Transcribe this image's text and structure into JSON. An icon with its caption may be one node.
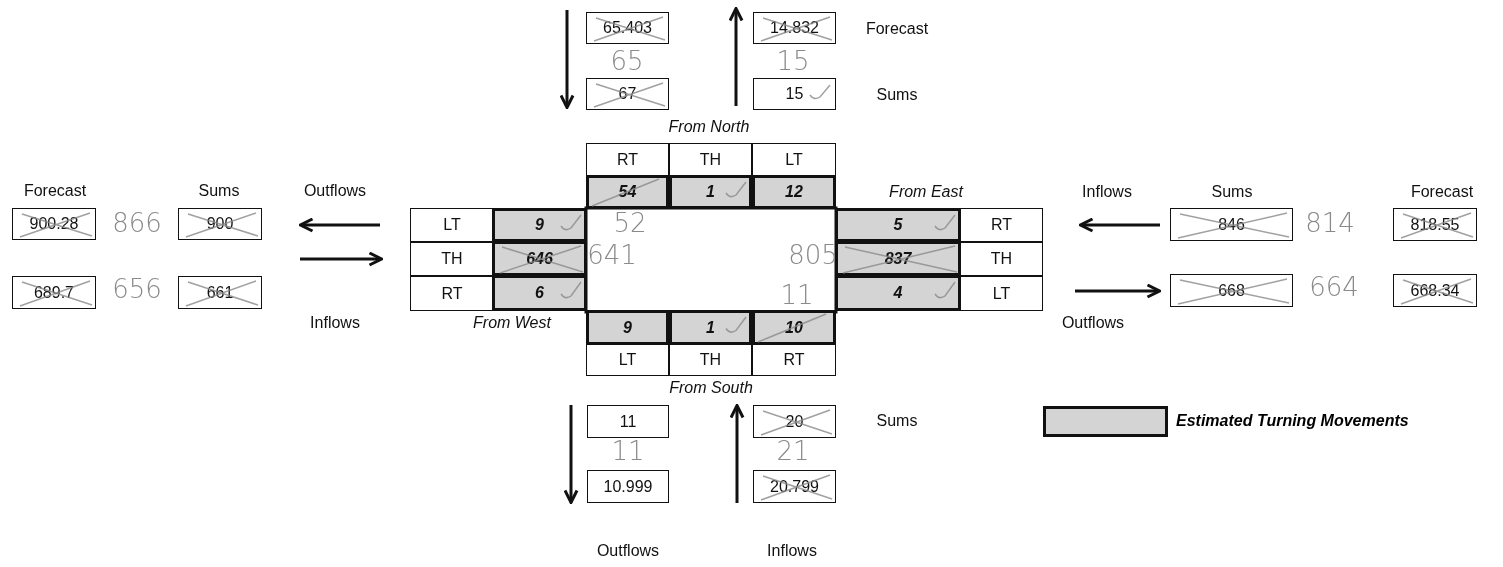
{
  "diagram": {
    "nodes": [
      {
        "text": [
          "65.403"
        ]
      },
      {
        "text": [
          "67"
        ]
      },
      {
        "text": [
          "14.832"
        ],
        "beside": [
          "Forecast"
        ]
      },
      {
        "text": [
          "15"
        ],
        "beside": [
          "Sums"
        ]
      },
      {
        "text": [
          "RT"
        ]
      },
      {
        "text": [
          "TH"
        ]
      },
      {
        "text": [
          "LT"
        ]
      },
      {
        "text": [
          "54"
        ]
      },
      {
        "text": [
          "1"
        ]
      },
      {
        "text": [
          "12"
        ]
      },
      {
        "text": [
          "900.28"
        ],
        "beside": [
          "Forecast"
        ]
      },
      {
        "text": [
          "900"
        ],
        "beside": [
          "Sums"
        ]
      },
      {
        "text": [
          "LT"
        ]
      },
      {
        "text": [
          "9"
        ]
      },
      {
        "text": [
          "5"
        ]
      },
      {
        "text": [
          "RT"
        ]
      },
      {
        "text": [
          "846"
        ],
        "beside": [
          "Sums"
        ]
      },
      {
        "text": [
          "818.55"
        ],
        "beside": [
          "Forecast"
        ]
      },
      {
        "text": [
          "TH"
        ]
      },
      {
        "text": [
          "646"
        ]
      },
      {
        "text": [
          "837"
        ]
      },
      {
        "text": [
          "TH"
        ]
      },
      {
        "text": [
          "689.7"
        ]
      },
      {
        "text": [
          "661"
        ]
      },
      {
        "text": [
          "RT"
        ]
      },
      {
        "text": [
          "6"
        ]
      },
      {
        "text": [
          "4"
        ]
      },
      {
        "text": [
          "LT"
        ]
      },
      {
        "text": [
          "668"
        ]
      },
      {
        "text": [
          "668.34"
        ]
      },
      {
        "text": [
          "9"
        ]
      },
      {
        "text": [
          "1"
        ]
      },
      {
        "text": [
          "10"
        ]
      },
      {
        "text": [
          "LT"
        ]
      },
      {
        "text": [
          "TH"
        ]
      },
      {
        "text": [
          "RT"
        ]
      },
      {
        "text": [
          "11"
        ]
      },
      {
        "text": [
          "20"
        ],
        "beside": [
          "Sums"
        ]
      },
      {
        "text": [
          "10.999"
        ]
      },
      {
        "text": [
          "20.799"
        ]
      }
    ],
    "labels": [
      "65",
      "15",
      "From North",
      "Outflows",
      "From East",
      "Inflows",
      "866",
      "52",
      "814",
      "641",
      "805",
      "656",
      "11",
      "664",
      "Inflows",
      "From West",
      "Outflows",
      "From South",
      "11",
      "21",
      "Outflows",
      "Inflows"
    ],
    "legend": [
      {
        "text": "Estimated Turning Movements",
        "color": "#d4d4d4"
      }
    ]
  }
}
